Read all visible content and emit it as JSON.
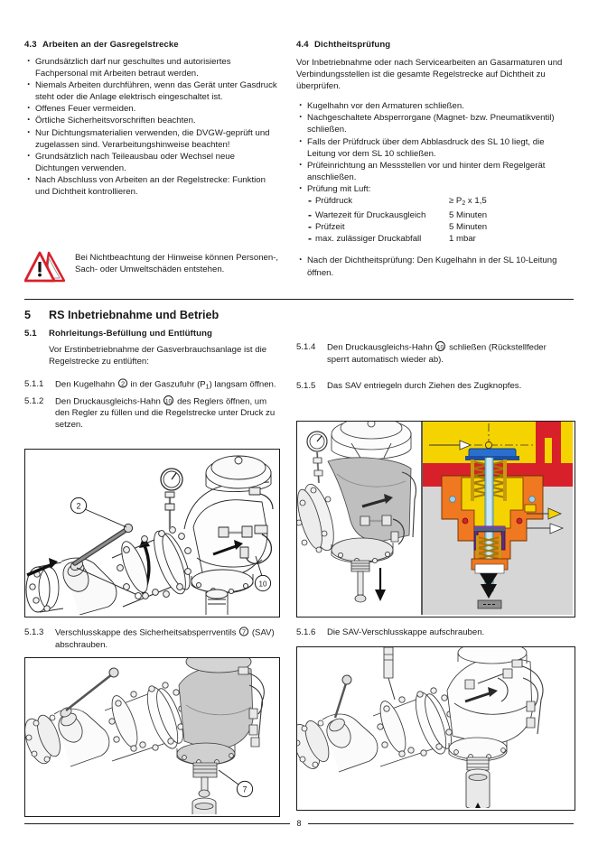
{
  "document": {
    "page_number": "8",
    "language": "de"
  },
  "sections": {
    "s43": {
      "number": "4.3",
      "title": "Arbeiten an der Gasregelstrecke",
      "bullets": [
        "Grundsätzlich darf nur geschultes und autorisiertes Fachpersonal mit Arbeiten betraut werden.",
        "Niemals Arbeiten durchführen, wenn das Gerät unter Gasdruck steht oder die Anlage elektrisch eingeschaltet ist.",
        "Offenes Feuer vermeiden.",
        "Örtliche Sicherheitsvorschriften beachten.",
        "Nur Dichtungsmaterialien verwenden, die DVGW-geprüft und zugelassen sind. Verarbeitungshinweise beachten!",
        "Grundsätzlich nach Teileausbau oder Wechsel neue Dichtungen verwenden.",
        "Nach Abschluss von Arbeiten an der Regelstrecke: Funktion und Dichtheit kontrollieren."
      ]
    },
    "s44": {
      "number": "4.4",
      "title": "Dichtheitsprüfung",
      "intro": "Vor Inbetriebnahme oder nach Servicearbeiten an Gasarmaturen und Verbindungsstellen ist die gesamte Regelstrecke auf Dichtheit zu überprüfen.",
      "bullets": [
        "Kugelhahn vor den Armaturen schließen.",
        "Nachgeschaltete Absperrorgane (Magnet- bzw. Pneumatikventil) schließen.",
        "Falls der Prüfdruck über dem Abblasdruck des SL 10 liegt, die Leitung vor dem SL 10 schließen.",
        "Prüfeinrichtung an Messstellen vor und hinter dem Regelgerät anschließen."
      ],
      "test_heading": "Prüfung mit Luft:",
      "test_rows": [
        {
          "label": "Prüfdruck",
          "value_prefix": "≥ P",
          "value_sub": "2",
          "value_suffix": " x 1,5"
        },
        {
          "label": "Wartezeit für Druckausgleich",
          "value": "5 Minuten"
        },
        {
          "label": "Prüfzeit",
          "value": "5 Minuten"
        },
        {
          "label": "max. zulässiger Druckabfall",
          "value": "1 mbar"
        }
      ],
      "closing_bullet": "Nach der Dichtheitsprüfung: Den Kugelhahn in der SL 10-Leitung öffnen."
    },
    "s5": {
      "number": "5",
      "title": "RS Inbetriebnahme und Betrieb"
    },
    "s51": {
      "number": "5.1",
      "title": "Rohrleitungs-Befüllung und Entlüftung",
      "intro": "Vor Erstinbetriebnahme der Gasverbrauchsanlage ist die Regelstrecke zu entlüften:"
    }
  },
  "warning": {
    "icon": "warning-triangle-icon",
    "text": "Bei Nichtbeachtung der Hinweise können Personen-, Sach- oder Umweltschäden entstehen.",
    "color": "#d8202a"
  },
  "steps": {
    "s511": {
      "number": "5.1.1",
      "text_before": "Den Kugelhahn ",
      "marker": "2",
      "text_mid": " in der Gaszufuhr (P",
      "sub": "1",
      "text_after": ") langsam öffnen."
    },
    "s512": {
      "number": "5.1.2",
      "text_before": "Den Druckausgleichs-Hahn ",
      "marker": "10",
      "text_after": " des Reglers öffnen, um den Regler zu füllen und die Regelstrecke unter Druck zu setzen."
    },
    "s513": {
      "number": "5.1.3",
      "text_before": "Verschlusskappe des Sicherheitsabsperrventils ",
      "marker": "7",
      "text_after": " (SAV) abschrauben."
    },
    "s514": {
      "number": "5.1.4",
      "text_before": "Den Druckausgleichs-Hahn ",
      "marker": "10",
      "text_after": " schließen (Rückstellfeder sperrt automatisch wieder ab)."
    },
    "s515": {
      "number": "5.1.5",
      "text": "Das SAV entriegeln durch Ziehen des Zugknopfes."
    },
    "s516": {
      "number": "5.1.6",
      "text": "Die SAV-Verschlusskappe aufschrauben."
    }
  },
  "figures": {
    "fig_top_left": {
      "name": "ball-valve-regulator-line-drawing",
      "callouts": [
        "2",
        "10"
      ]
    },
    "fig_top_right": {
      "name": "sav-unlock-and-cross-section",
      "panels": [
        "grayscale-line-drawing",
        "colored-cross-section"
      ],
      "colors": {
        "yellow": "#f5d300",
        "red": "#d8202a",
        "orange": "#f07820",
        "blue": "#2a6fd0",
        "light_blue": "#9fd0e8",
        "purple": "#5b2d82",
        "gray_bg": "#d6d6d6"
      }
    },
    "fig_bottom_left": {
      "name": "sav-cap-unscrew-line-drawing",
      "callouts": [
        "7"
      ]
    },
    "fig_bottom_right": {
      "name": "sav-cap-screw-on-line-drawing",
      "callouts": []
    }
  }
}
